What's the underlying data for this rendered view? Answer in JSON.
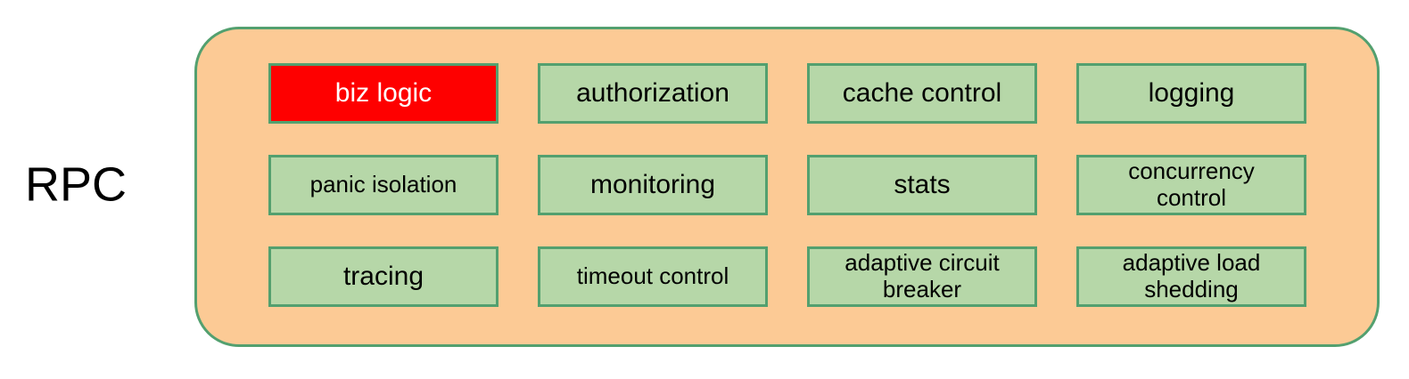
{
  "diagram": {
    "rpc_label": "RPC",
    "colors": {
      "container_fill": "#FCCA95",
      "border_green": "#53A06F",
      "box_fill": "#B6D7A8",
      "highlight_fill": "#FE0000",
      "highlight_text": "#FFFFFF",
      "text": "#000000"
    },
    "boxes": [
      {
        "label": "biz logic",
        "fill": "#FE0000",
        "text_color": "#FFFFFF"
      },
      {
        "label": "authorization"
      },
      {
        "label": "cache control"
      },
      {
        "label": "logging"
      },
      {
        "label": "panic isolation"
      },
      {
        "label": "monitoring"
      },
      {
        "label": "stats"
      },
      {
        "label": "concurrency\ncontrol"
      },
      {
        "label": "tracing"
      },
      {
        "label": "timeout control"
      },
      {
        "label": "adaptive circuit\nbreaker"
      },
      {
        "label": "adaptive load\nshedding"
      }
    ]
  }
}
